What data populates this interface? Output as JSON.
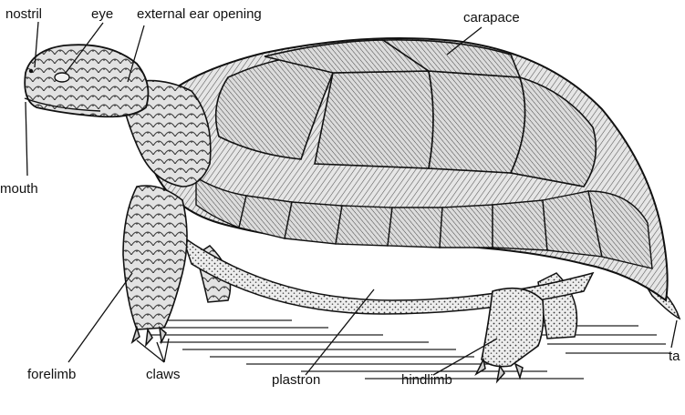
{
  "diagram": {
    "labels": {
      "nostril": "nostril",
      "eye": "eye",
      "external_ear_opening": "external ear opening",
      "carapace": "carapace",
      "mouth": "mouth",
      "forelimb": "forelimb",
      "claws": "claws",
      "plastron": "plastron",
      "hindlimb": "hindlimb",
      "tail": "ta"
    },
    "colors": {
      "ink": "#111111",
      "shell_fill": "#d9d9d9",
      "skin_fill": "#cfcfcf",
      "background": "#ffffff"
    }
  }
}
